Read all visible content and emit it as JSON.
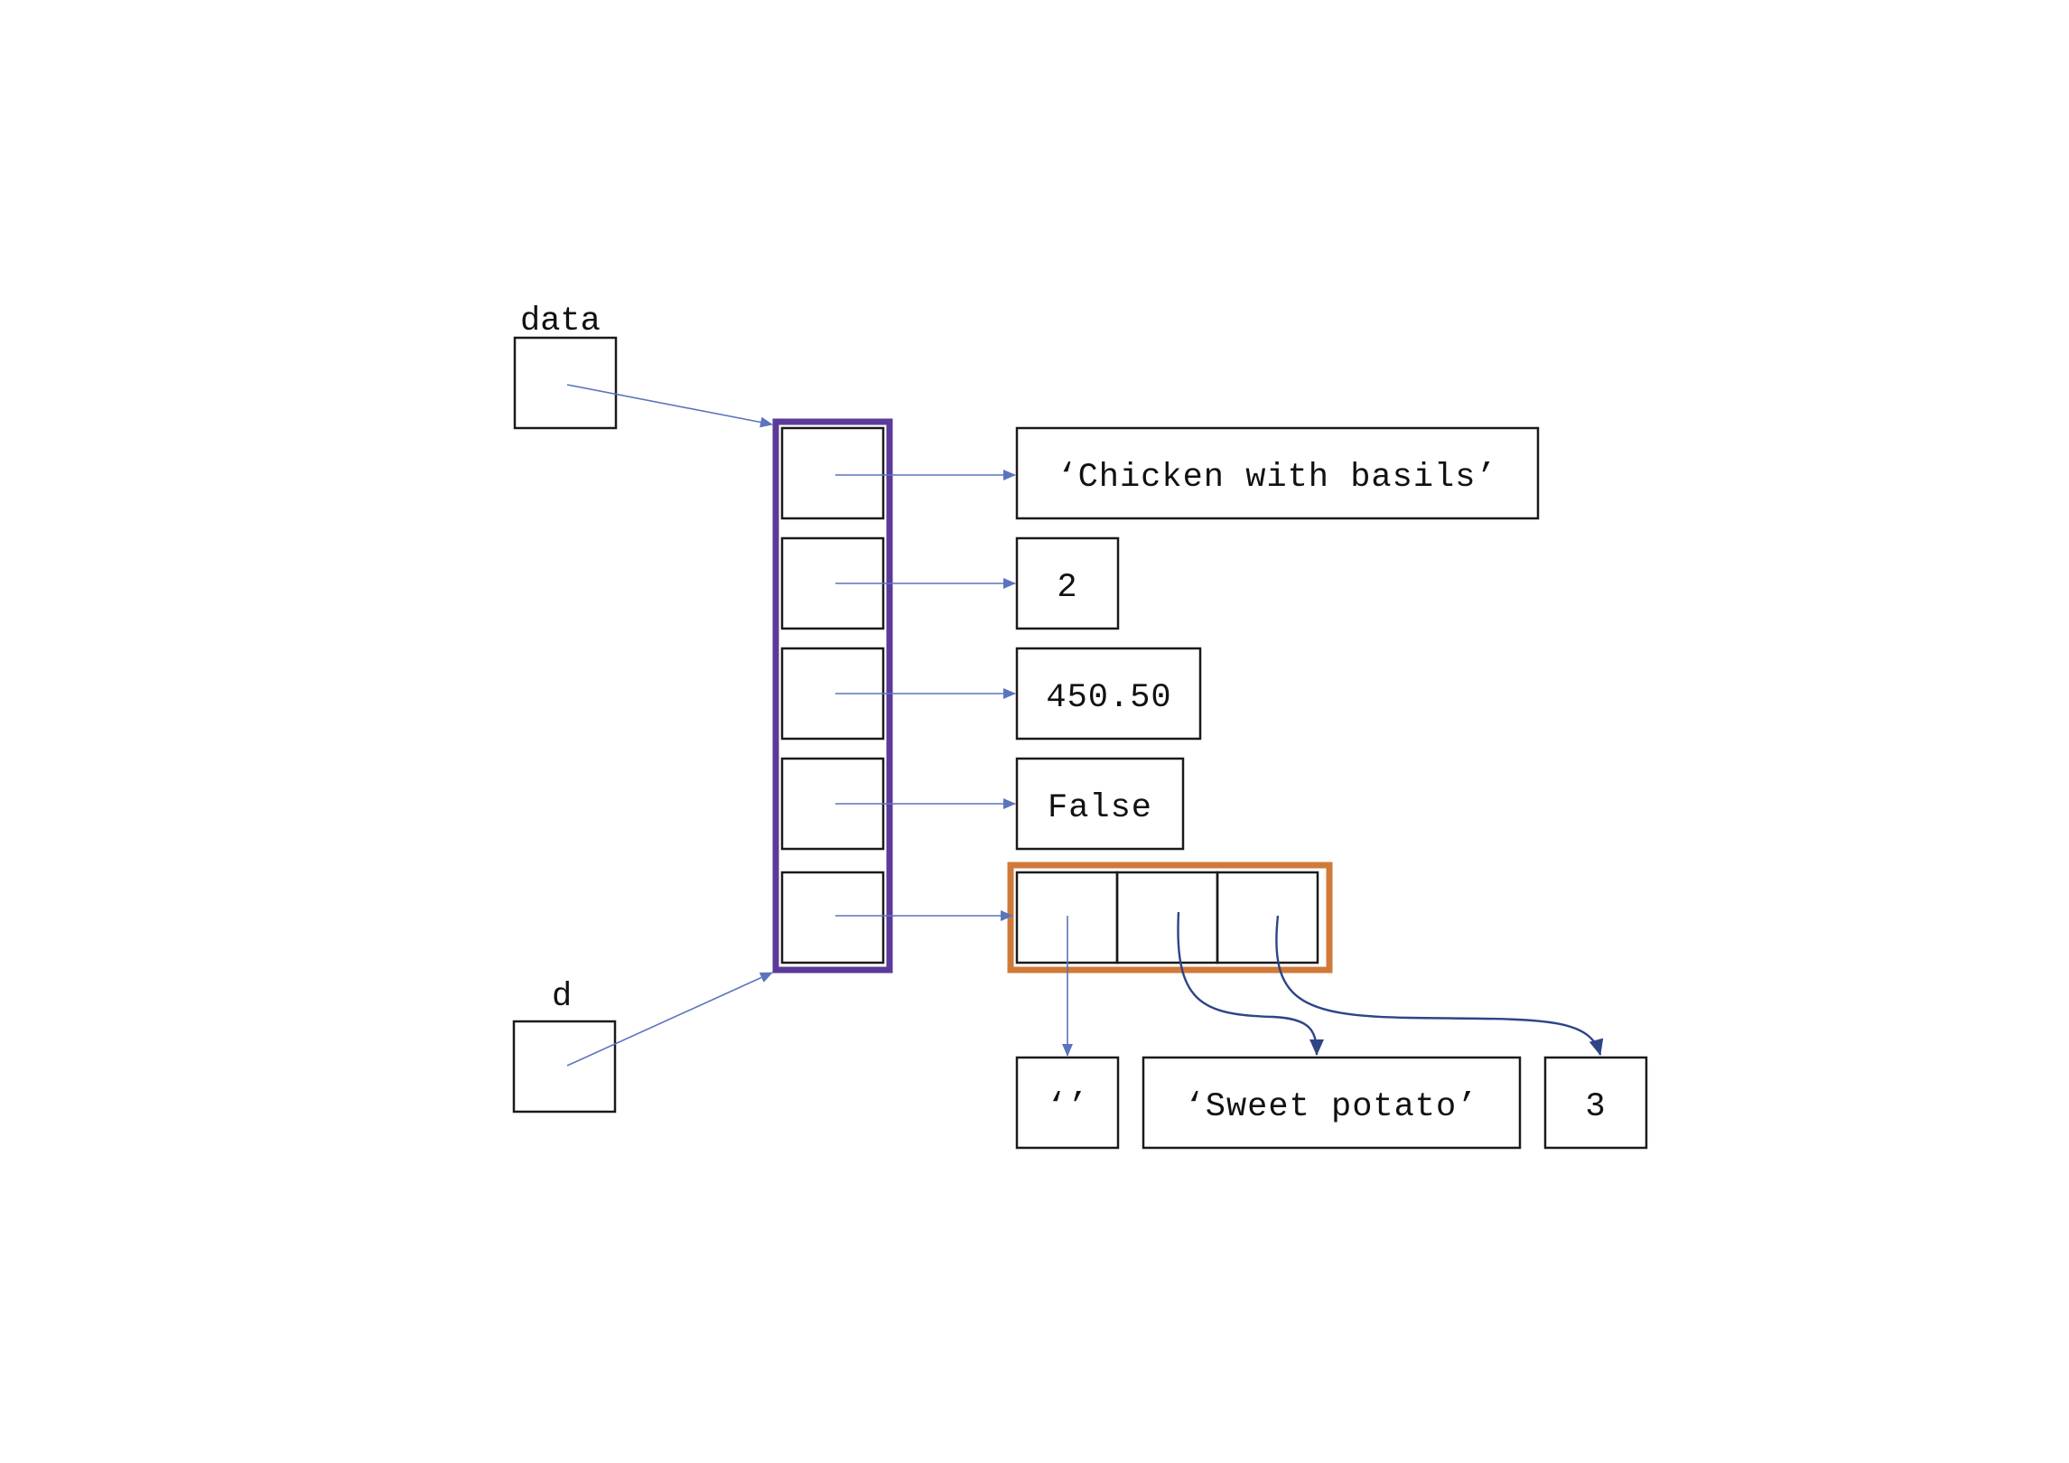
{
  "variables": {
    "data_name": "data",
    "d_name": "d"
  },
  "values": {
    "v0": "‘Chicken with basils’",
    "v1": "2",
    "v2": "450.50",
    "v3": "False",
    "sub0": "‘’",
    "sub1": "‘Sweet potato’",
    "sub2": "3"
  },
  "colors": {
    "outer_list_frame": "#5b3a9a",
    "inner_list_frame": "#d07a3a",
    "arrow_light": "#5b74bd",
    "arrow_dark": "#2e4585"
  }
}
